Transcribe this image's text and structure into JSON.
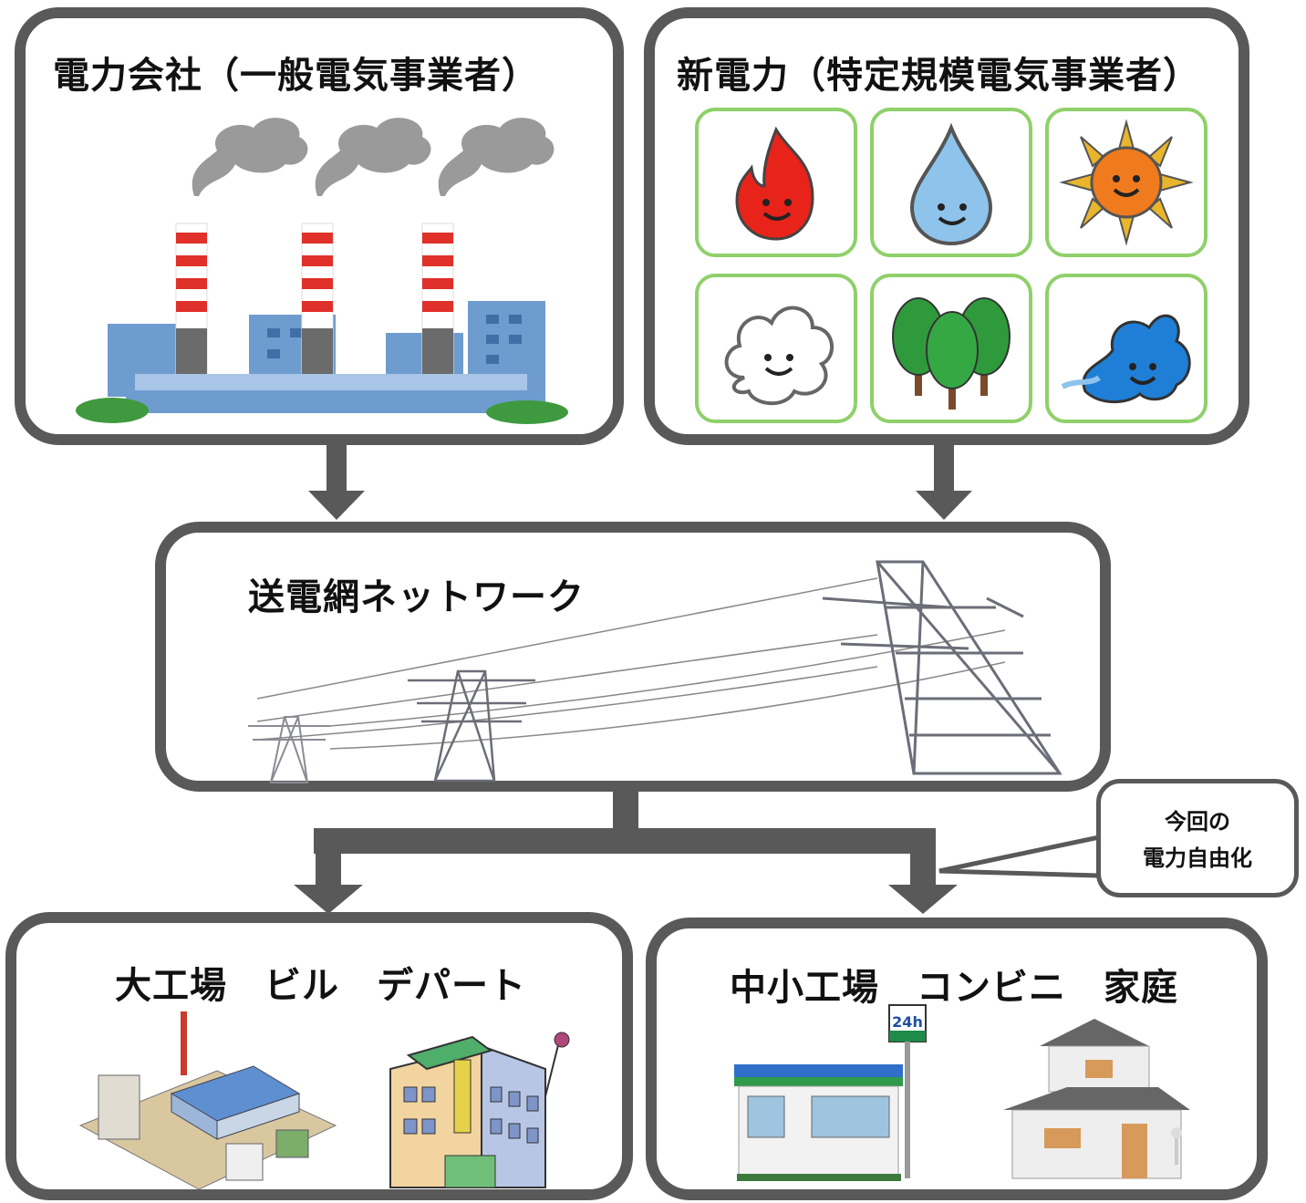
{
  "utility": {
    "title": "電力会社（一般電気事業者）"
  },
  "new_power": {
    "title": "新電力（特定規模電気事業者）",
    "sources": [
      "fire-icon",
      "water-drop-icon",
      "sun-icon",
      "cloud-icon",
      "forest-icon",
      "wind-icon"
    ]
  },
  "grid": {
    "title": "送電網ネットワーク"
  },
  "large_consumers": {
    "title": "大工場　ビル　デパート"
  },
  "small_consumers": {
    "title": "中小工場　コンビニ　家庭"
  },
  "callout": {
    "line1": "今回の",
    "line2": "電力自由化"
  },
  "store_sign": "24h",
  "colors": {
    "box_border": "#595959",
    "tile_border": "#8fd06a",
    "stack_red": "#e0302a",
    "building_blue": "#6f9ccf"
  }
}
